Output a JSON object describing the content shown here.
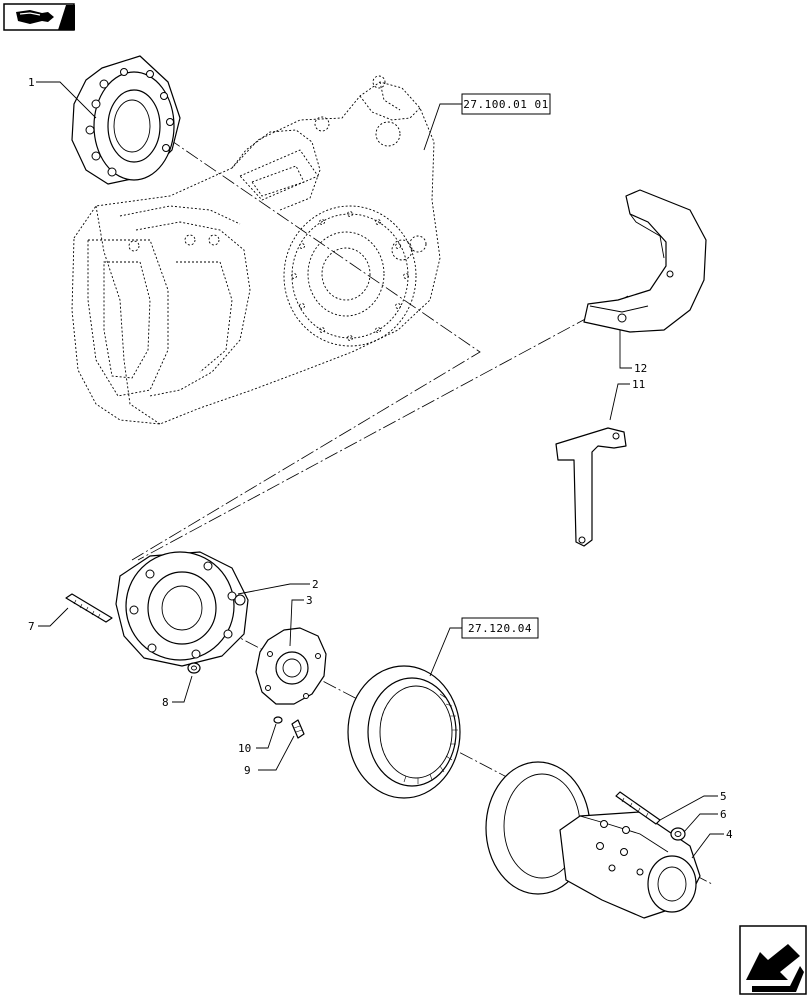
{
  "callouts": {
    "c1": "1",
    "c2": "2",
    "c3": "3",
    "c4": "4",
    "c5": "5",
    "c6": "6",
    "c7": "7",
    "c8": "8",
    "c9": "9",
    "c10": "10",
    "c11": "11",
    "c12": "12"
  },
  "references": {
    "ref_top": "27.100.01 01",
    "ref_mid": "27.120.04"
  },
  "icons": {
    "top_left": "navigate-back-icon",
    "bottom_right": "next-page-icon"
  }
}
